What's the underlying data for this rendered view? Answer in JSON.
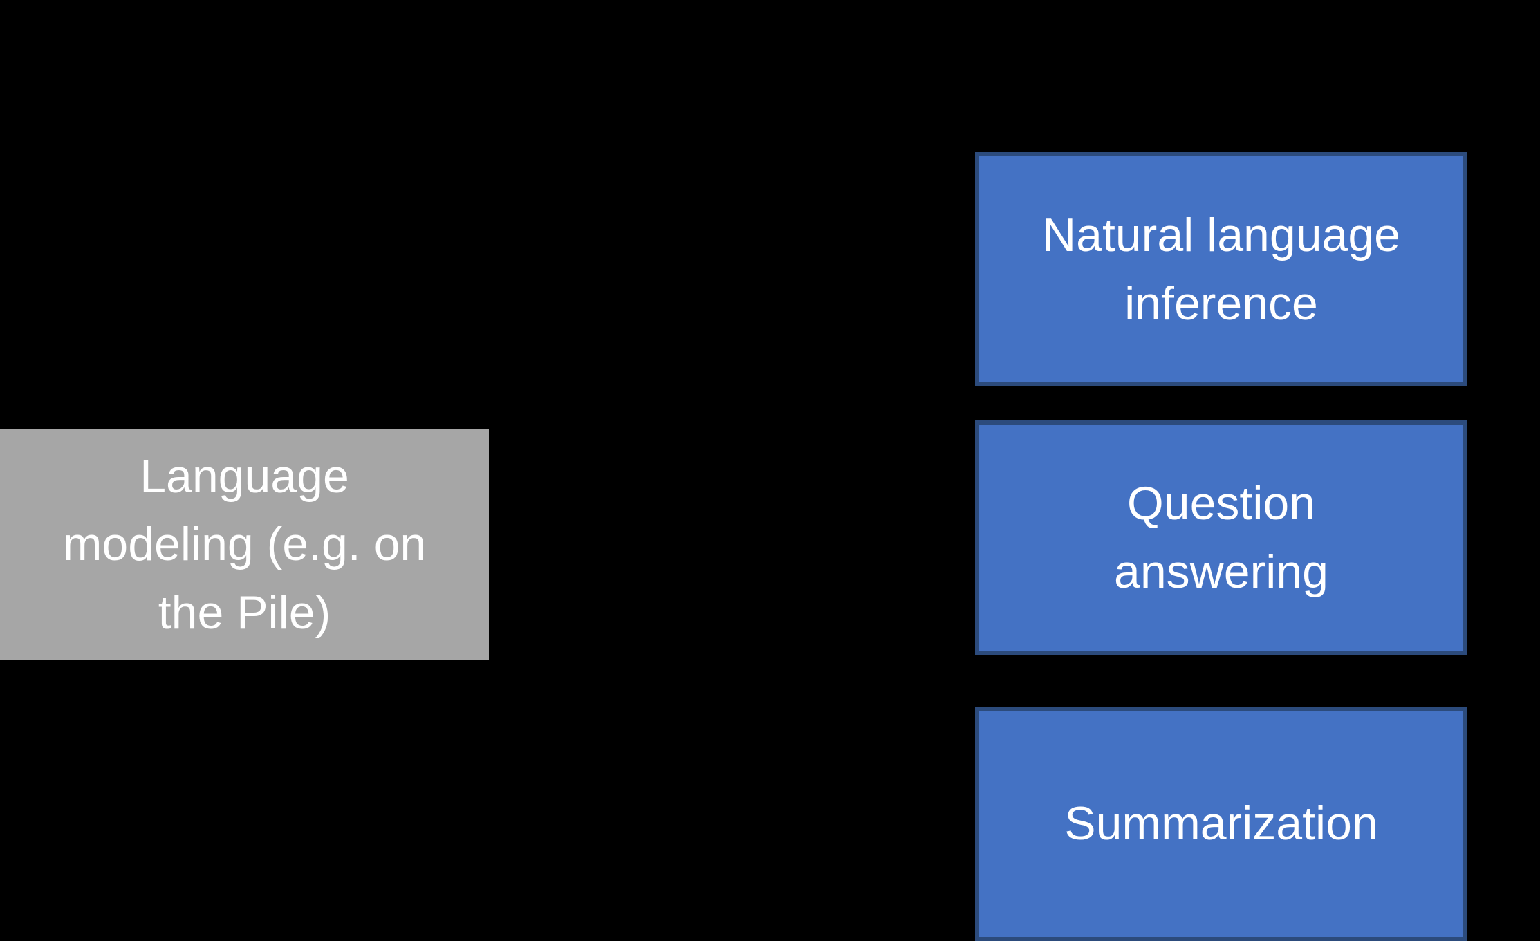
{
  "diagram": {
    "background_color": "#000000",
    "pretraining_box": {
      "label": "Language\nmodeling (e.g. on\nthe Pile)",
      "fill_color": "#A6A6A6",
      "text_color": "#FFFFFF"
    },
    "task_boxes": [
      {
        "label": "Natural language\ninference"
      },
      {
        "label": "Question\nanswering"
      },
      {
        "label": "Summarization"
      }
    ],
    "task_box_style": {
      "fill_color": "#4472C4",
      "border_color": "#2C4B7C",
      "text_color": "#FFFFFF"
    }
  }
}
